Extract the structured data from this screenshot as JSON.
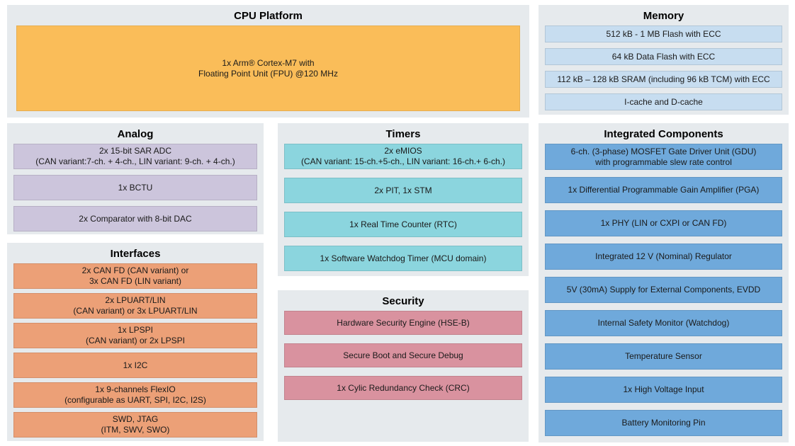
{
  "colors": {
    "panel_bg": "#E6EAED",
    "cpu_block": "#FABD59",
    "memory_row": "#C7DDF0",
    "analog_row": "#CCC5DC",
    "interfaces_row": "#ECA077",
    "timers_row": "#8BD5DE",
    "security_row": "#D9929F",
    "integrated_row": "#6FA9DB"
  },
  "cpu_platform": {
    "title": "CPU Platform",
    "block": "1x Arm® Cortex-M7 with\nFloating Point Unit (FPU) @120 MHz"
  },
  "memory": {
    "title": "Memory",
    "rows": [
      "512 kB - 1 MB Flash with ECC",
      "64 kB Data Flash with ECC",
      "112 kB – 128 kB SRAM (including 96 kB TCM) with ECC",
      "I-cache and D-cache"
    ]
  },
  "analog": {
    "title": "Analog",
    "rows": [
      "2x 15-bit SAR ADC\n(CAN variant:7-ch. + 4-ch., LIN variant: 9-ch. + 4-ch.)",
      "1x BCTU",
      "2x Comparator with 8-bit DAC"
    ]
  },
  "interfaces": {
    "title": "Interfaces",
    "rows": [
      "2x CAN FD (CAN variant) or\n3x CAN FD (LIN variant)",
      "2x LPUART/LIN\n(CAN variant) or 3x LPUART/LIN",
      "1x LPSPI\n(CAN variant) or 2x LPSPI",
      "1x I2C",
      "1x 9-channels FlexIO\n(configurable as UART, SPI, I2C, I2S)",
      "SWD, JTAG\n(ITM, SWV, SWO)"
    ]
  },
  "timers": {
    "title": "Timers",
    "rows": [
      "2x eMIOS\n(CAN variant: 15-ch.+5-ch., LIN variant: 16-ch.+ 6-ch.)",
      "2x PIT, 1x STM",
      "1x Real Time Counter (RTC)",
      "1x Software Watchdog Timer (MCU domain)"
    ]
  },
  "security": {
    "title": "Security",
    "rows": [
      "Hardware Security Engine (HSE-B)",
      "Secure Boot and Secure Debug",
      "1x Cylic Redundancy Check (CRC)"
    ]
  },
  "integrated_components": {
    "title": "Integrated Components",
    "rows": [
      "6-ch. (3-phase) MOSFET Gate Driver Unit (GDU)\nwith programmable slew rate control",
      "1x Differential Programmable Gain Amplifier (PGA)",
      "1x PHY (LIN or CXPI or CAN FD)",
      "Integrated 12 V (Nominal) Regulator",
      "5V (30mA) Supply for External Components, EVDD",
      "Internal Safety Monitor (Watchdog)",
      "Temperature Sensor",
      "1x High Voltage Input",
      "Battery Monitoring Pin"
    ]
  }
}
